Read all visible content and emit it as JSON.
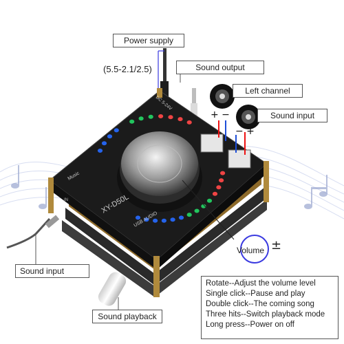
{
  "labels": {
    "power_supply": "Power supply",
    "power_spec": "(5.5-2.1/2.5)",
    "sound_output": "Sound output",
    "left_channel": "Left channel",
    "sound_input_right": "Sound input",
    "volume": "Volume",
    "sound_input_left": "Sound input",
    "sound_playback": "Sound playback"
  },
  "board": {
    "model": "XY-D50L",
    "dc_label": "DC 5-24V",
    "usb_label": "USB AUDIO",
    "in_label": "IN",
    "usb_title": "Music"
  },
  "instructions": [
    "Rotate--Adjust the volume level",
    "Single click--Pause and play",
    "Double click--The coming song",
    "Three hits--Switch playback mode",
    "Long press--Power on off"
  ],
  "polarity": {
    "plus_minus": "+ −",
    "minus_plus": "− +",
    "volume_sign": "±"
  },
  "colors": {
    "led_green": "#22c55e",
    "led_red": "#ef4444",
    "led_blue": "#2563eb",
    "board": "#1b1b1b",
    "volume_ring": "#3a3ae0"
  }
}
